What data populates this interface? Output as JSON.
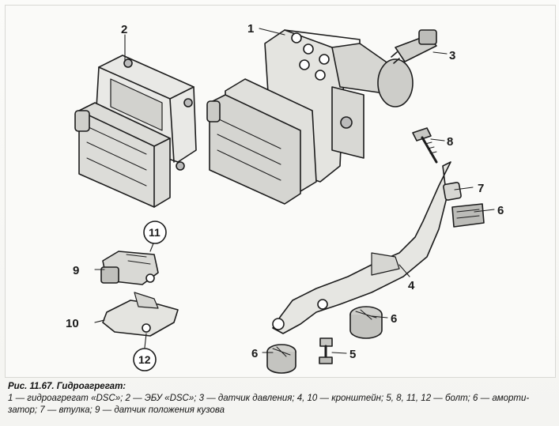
{
  "figure": {
    "callouts": {
      "n1": "1",
      "n2": "2",
      "n3": "3",
      "n4": "4",
      "n5": "5",
      "n6a": "6",
      "n6b": "6",
      "n6c": "6",
      "n7": "7",
      "n8": "8",
      "n9": "9",
      "n10": "10",
      "n11": "11",
      "n12": "12"
    }
  },
  "caption": {
    "title": "Рис. 11.67. Гидроагрегат:",
    "line1": "1 — гидроагрегат «DSC»; 2 — ЭБУ «DSC»; 3 — датчик давления; 4, 10 — кронштейн; 5, 8, 11, 12 — болт; 6 — аморти-",
    "line2": "затор; 7 — втулка; 9 — датчик положения кузова"
  }
}
